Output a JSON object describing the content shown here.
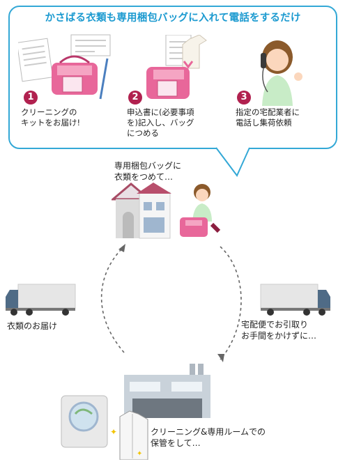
{
  "header": {
    "title": "かさばる衣類も専用梱包バッグに入れて電話をするだけ"
  },
  "steps": [
    {
      "num": "1",
      "lines": [
        "クリーニングの",
        "キットをお届け!"
      ]
    },
    {
      "num": "2",
      "lines": [
        "申込書に(必要事項",
        "を)記入し、バッグ",
        "につめる"
      ]
    },
    {
      "num": "3",
      "lines": [
        "指定の宅配業者に",
        "電話し集荷依頼"
      ]
    }
  ],
  "cycle": {
    "home": [
      "専用梱包バッグに",
      "衣類をつめて…"
    ],
    "left": [
      "衣類のお届け"
    ],
    "right": [
      "宅配便でお引取り",
      "お手間をかけずに…"
    ],
    "factory": [
      "クリーニング&専用ルームでの",
      "保管をして…"
    ]
  },
  "colors": {
    "accent": "#33a8d6",
    "step": "#b1214f",
    "bag": "#e8679a"
  }
}
